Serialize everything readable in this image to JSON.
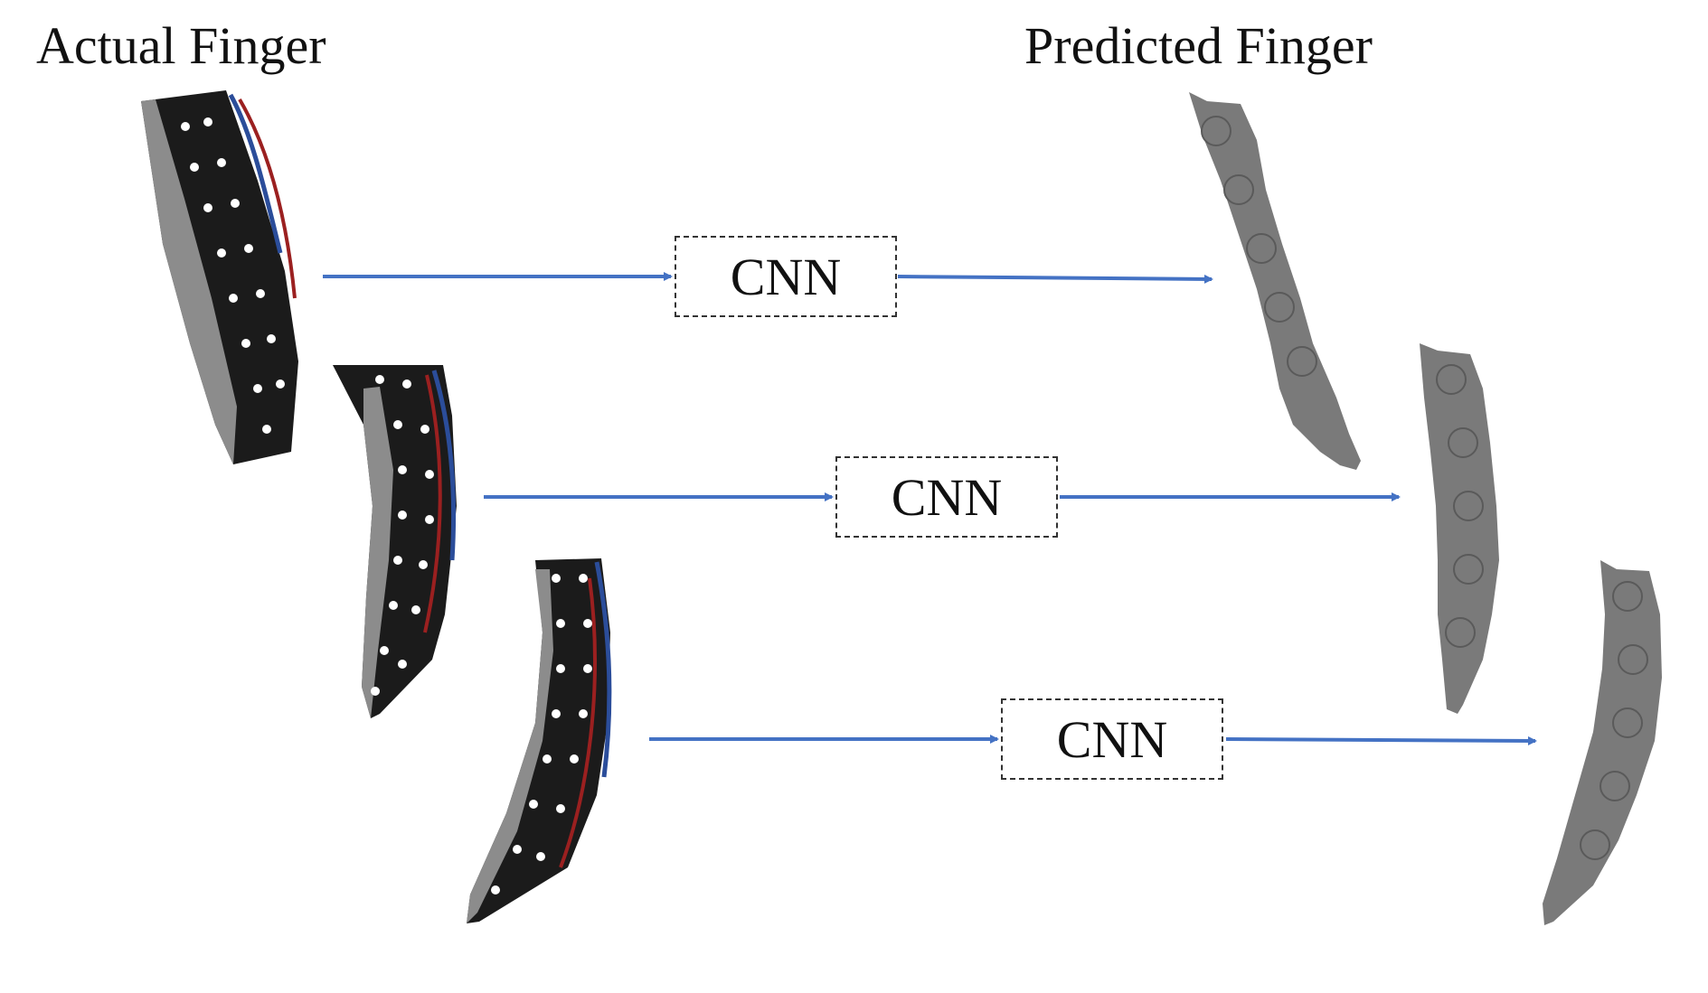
{
  "headings": {
    "actual": "Actual Finger",
    "predicted": "Predicted Finger"
  },
  "stages": [
    {
      "label": "CNN"
    },
    {
      "label": "CNN"
    },
    {
      "label": "CNN"
    }
  ],
  "colors": {
    "arrow": "#4472C4",
    "actual_finger": "#1a1a1a",
    "marker": "#ffffff",
    "predicted_finger": "#7a7a7a"
  },
  "icons": {
    "actual": "robotic-finger-photo",
    "predicted": "robotic-finger-render"
  }
}
